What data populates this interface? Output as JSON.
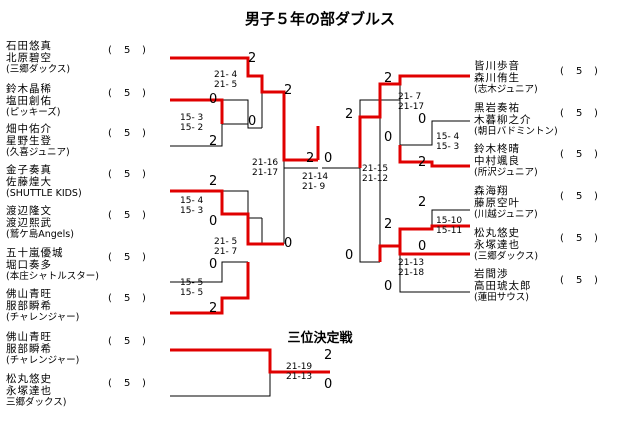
{
  "title": "男子５年の部ダブルス",
  "third_place_title": "三位決定戦",
  "seed": {
    "open": "(",
    "num": "5",
    "close": ")"
  },
  "left_entries": [
    {
      "p1": "石田悠真",
      "p2": "北原碧空",
      "team": "(三郷ダックス)"
    },
    {
      "p1": "鈴木晶稀",
      "p2": "塩田創佑",
      "team": "(ピッキーズ)"
    },
    {
      "p1": "畑中佑介",
      "p2": "星野生登",
      "team": "(久喜ジュニア)"
    },
    {
      "p1": "金子奏真",
      "p2": "佐藤煌大",
      "team": "(SHUTTLE KIDS)"
    },
    {
      "p1": "渡辺隆文",
      "p2": "渡辺熙武",
      "team": "(鷲ケ島Angels)"
    },
    {
      "p1": "五十嵐優城",
      "p2": "堀口奏多",
      "team": "(本庄シャトルスター)"
    },
    {
      "p1": "佛山青旺",
      "p2": "服部瞬希",
      "team": "(チャレンジャー)"
    }
  ],
  "third_entries": [
    {
      "p1": "佛山青旺",
      "p2": "服部瞬希",
      "team": "(チャレンジャー)"
    },
    {
      "p1": "松丸悠史",
      "p2": "永塚達也",
      "team": "三郷ダックス)"
    }
  ],
  "right_entries": [
    {
      "p1": "皆川歩音",
      "p2": "森川侑生",
      "team": "(志木ジュニア)"
    },
    {
      "p1": "黒岩奏祐",
      "p2": "木暮柳之介",
      "team": "(朝日バドミントン)"
    },
    {
      "p1": "鈴木柊晴",
      "p2": "中村颯良",
      "team": "(所沢ジュニア)"
    },
    {
      "p1": "森海翔",
      "p2": "藤原空叶",
      "team": "(川越ジュニア)"
    },
    {
      "p1": "松丸悠史",
      "p2": "永塚達也",
      "team": "(三郷ダックス)"
    },
    {
      "p1": "岩間渉",
      "p2": "高田琥太郎",
      "team": "(蓮田サウス)"
    }
  ],
  "marks": {
    "l_r1a_top": "2",
    "l_r1a_bot": "0",
    "l_r1b_top": "2",
    "l_r1b_bot": "0",
    "l_r1c_top": "0",
    "l_r1c_bot": "2",
    "l_r2a_top": "2",
    "l_r2a_bot": "0",
    "l_r2b_top": "2",
    "l_r2b_bot": "0",
    "l_r2c_top": "0",
    "l_r2c_bot": "2",
    "l_semi_top": "2",
    "l_semi_bot": "0",
    "final_left": "2",
    "final_right": "0",
    "r_semi_top": "2",
    "r_semi_bot": "0",
    "r_r2a_top": "0",
    "r_r2a_bot": "2",
    "r_r2b_top": "2",
    "r_r2b_bot": "0",
    "r_r1a_top": "0",
    "r_r1a_bot": "2",
    "r_r1b_top": "2",
    "r_r1b_bot": "0",
    "third_top": "2",
    "third_bot": "0"
  },
  "scores": {
    "l_r1a": [
      "21- 4",
      "21- 5"
    ],
    "l_r1b": [
      "15- 3",
      "15- 2"
    ],
    "l_r1c": [
      "15- 4",
      "15- 3"
    ],
    "l_r2b": [
      "21- 5",
      "21- 7"
    ],
    "l_r2c": [
      "15- 5",
      "15- 5"
    ],
    "l_semi": [
      "21-16",
      "21-17"
    ],
    "final": [
      "21-14",
      "21- 9"
    ],
    "r_semi": [
      "21-15",
      "21-12"
    ],
    "r_r2a": [
      "21- 7",
      "21-17"
    ],
    "r_r1a": [
      "15- 4",
      "15- 3"
    ],
    "r_r1b": [
      "15-10",
      "15-11"
    ],
    "r_r2b": [
      "21-13",
      "21-18"
    ],
    "third": [
      "21-19",
      "21-13"
    ]
  }
}
